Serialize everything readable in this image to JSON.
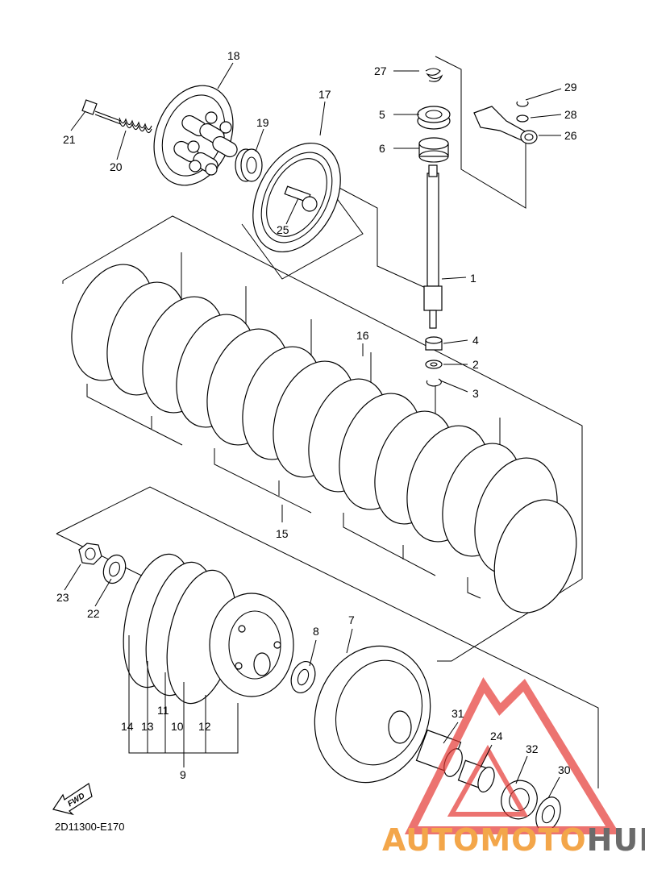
{
  "diagram_code": "2D11300-E170",
  "fwd_label": "FWD",
  "watermark": {
    "part1": "AUTOMOTO",
    "part2": "HUB",
    "color_accent": "#f3a64a",
    "color_gray": "#6b6b6b",
    "triangle_color": "#e53935"
  },
  "callouts": {
    "n1": "1",
    "n2": "2",
    "n3": "3",
    "n4": "4",
    "n5": "5",
    "n6": "6",
    "n7": "7",
    "n8": "8",
    "n9": "9",
    "n10": "10",
    "n11": "11",
    "n12": "12",
    "n13": "13",
    "n14": "14",
    "n15": "15",
    "n16": "16",
    "n17": "17",
    "n18": "18",
    "n19": "19",
    "n20": "20",
    "n21": "21",
    "n22": "22",
    "n23": "23",
    "n24": "24",
    "n25": "25",
    "n26": "26",
    "n27": "27",
    "n28": "28",
    "n29": "29",
    "n30": "30",
    "n31": "31",
    "n32": "32"
  }
}
